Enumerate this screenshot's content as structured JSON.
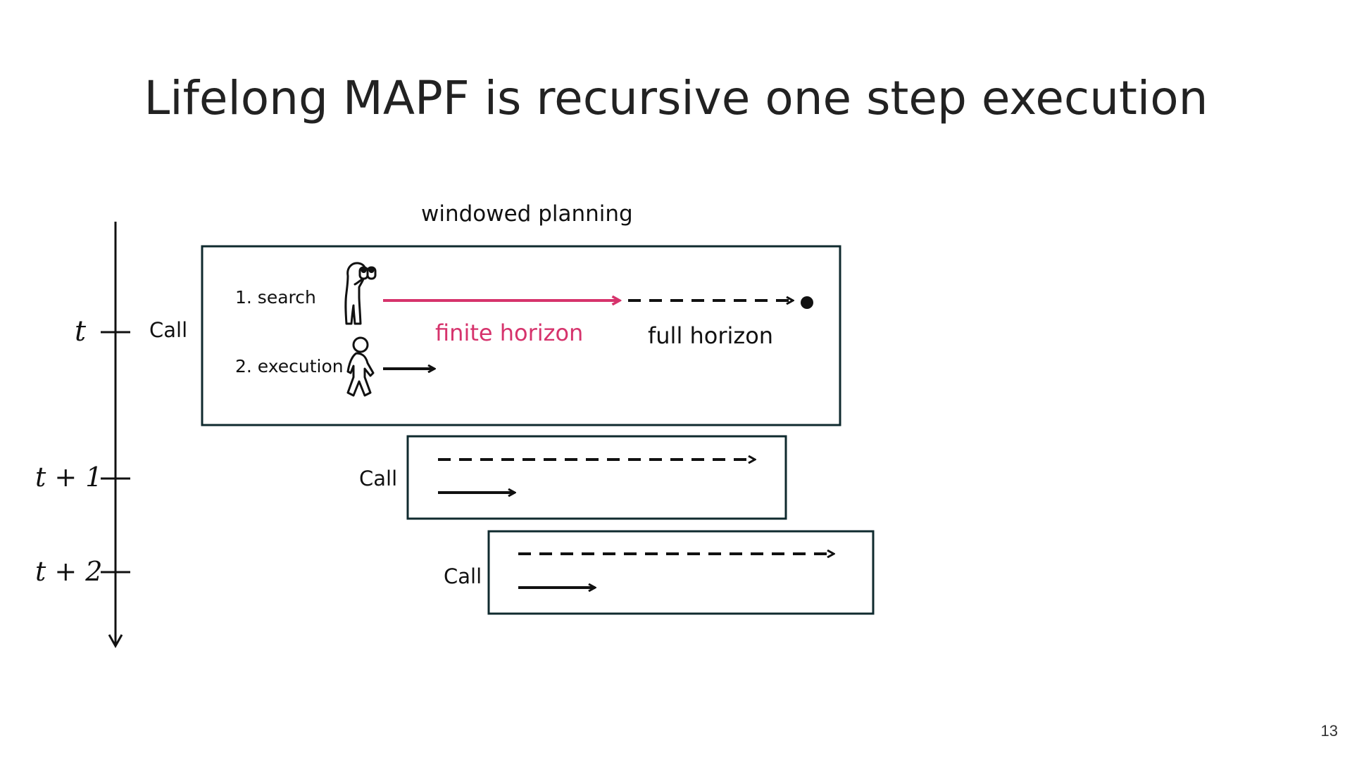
{
  "title": "Lifelong MAPF is recursive one step execution",
  "page_number": "13",
  "window_label": "windowed planning",
  "timeline": {
    "ticks": [
      "t",
      "t + 1",
      "t + 2"
    ]
  },
  "calls": [
    {
      "label": "Call"
    },
    {
      "label": "Call"
    },
    {
      "label": "Call"
    }
  ],
  "steps": {
    "search_label": "1. search",
    "execution_label": "2. execution",
    "finite_label": "finite horizon",
    "full_label": "full horizon"
  },
  "icons": {
    "search": "binoculars-person-icon",
    "execution": "walking-person-icon"
  },
  "colors": {
    "accent": "#d6336c",
    "box_border": "#0f2a2e",
    "ink": "#111111"
  }
}
